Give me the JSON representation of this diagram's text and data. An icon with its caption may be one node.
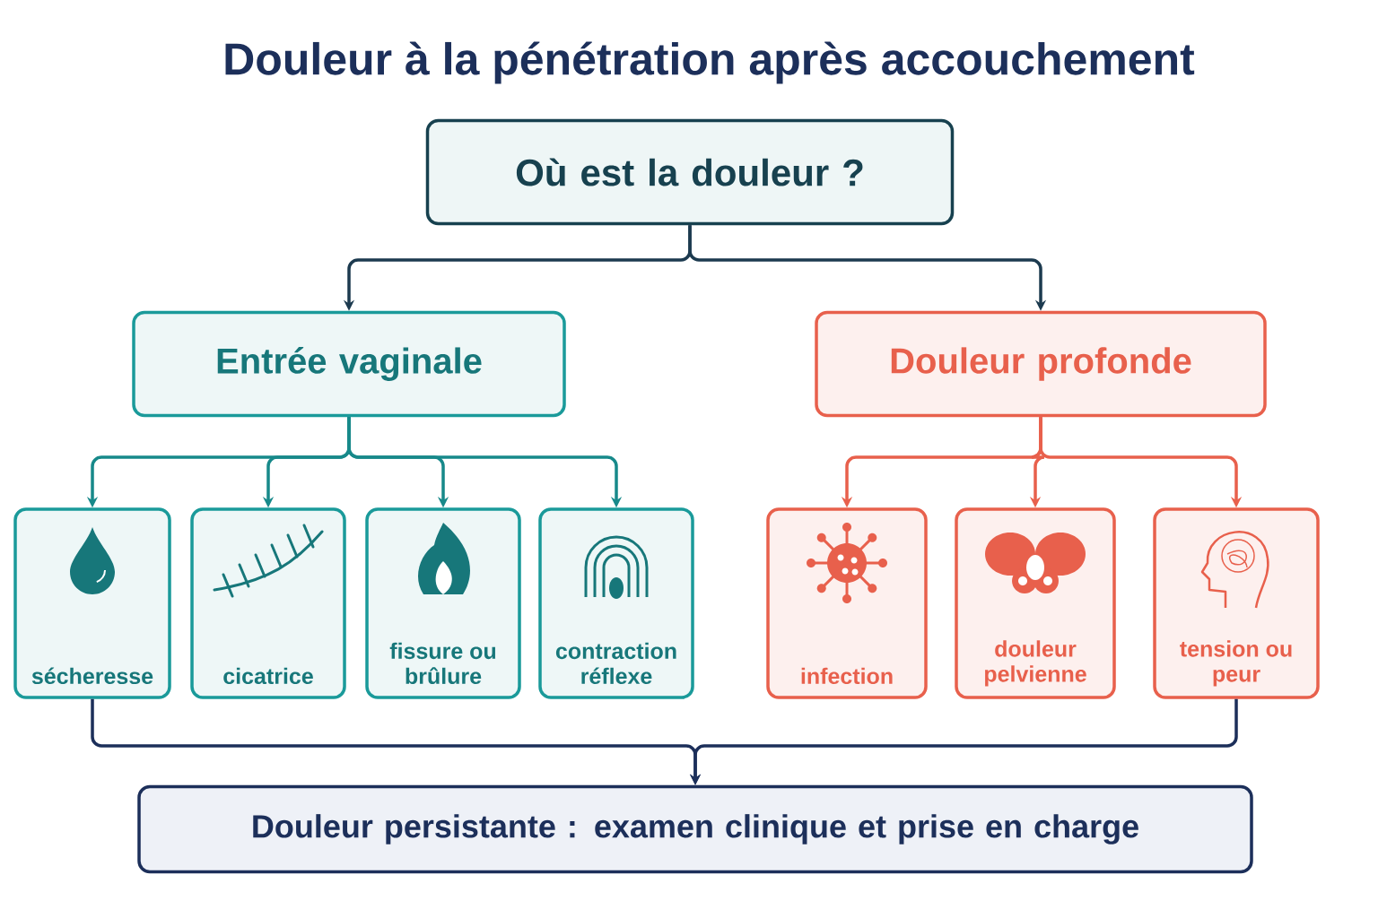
{
  "diagram": {
    "title": "Douleur à la pénétration après accouchement",
    "nodes": [
      {
        "text": [
          "Où est la douleur ?"
        ]
      },
      {
        "text": [
          "Entrée vaginale"
        ]
      },
      {
        "text": [
          "Douleur profonde"
        ]
      },
      {
        "text": [
          "sécheresse"
        ]
      },
      {
        "text": [
          "cicatrice"
        ]
      },
      {
        "text": [
          "fissure ou brûlure"
        ]
      },
      {
        "text": [
          "contraction réflexe"
        ]
      },
      {
        "text": [
          "infection"
        ]
      },
      {
        "text": [
          "douleur pelvienne"
        ]
      },
      {
        "text": [
          "tension ou peur"
        ]
      },
      {
        "text": [
          "Douleur persistante : examen clinique et prise en charge"
        ]
      }
    ],
    "edges": [
      {
        "from": 0,
        "to": 1,
        "arrow": "to",
        "color": "#1c3a4f"
      },
      {
        "from": 0,
        "to": 2,
        "arrow": "to",
        "color": "#1c3a4f"
      },
      {
        "from": 1,
        "to": 3,
        "arrow": "to",
        "color": "#17898a"
      },
      {
        "from": 1,
        "to": 4,
        "arrow": "to",
        "color": "#17898a"
      },
      {
        "from": 1,
        "to": 5,
        "arrow": "to",
        "color": "#17898a"
      },
      {
        "from": 1,
        "to": 6,
        "arrow": "to",
        "color": "#17898a"
      },
      {
        "from": 2,
        "to": 7,
        "arrow": "to",
        "color": "#e8604c"
      },
      {
        "from": 2,
        "to": 8,
        "arrow": "to",
        "color": "#e8604c"
      },
      {
        "from": 2,
        "to": 9,
        "arrow": "to",
        "color": "#e8604c"
      },
      {
        "from": 3,
        "to": 10,
        "arrow": "to",
        "color": "#1c2f5a"
      },
      {
        "from": 9,
        "to": 10,
        "arrow": "to",
        "color": "#1c2f5a"
      }
    ]
  }
}
